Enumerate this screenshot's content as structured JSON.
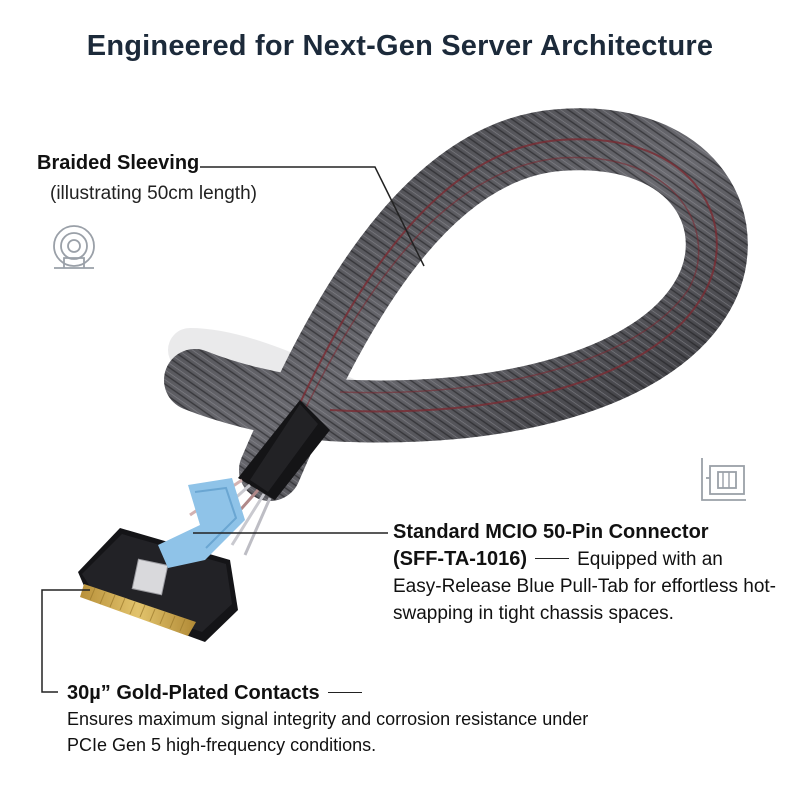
{
  "title": "Engineered for Next-Gen Server Architecture",
  "braided": {
    "heading": "Braided Sleeving",
    "subtext": "(illustrating 50cm length)",
    "icon": "cable-coil-icon"
  },
  "connector": {
    "heading_line1": "Standard MCIO 50-Pin Connector",
    "heading_line2": "(SFF-TA-1016)",
    "description_lead": "Equipped with an",
    "description_rest": "Easy-Release Blue Pull-Tab for effortless hot-swapping in tight chassis spaces.",
    "icon": "server-board-icon"
  },
  "contacts": {
    "heading": "30µ” Gold-Plated Contacts",
    "description_line1": "Ensures maximum signal integrity and corrosion resistance under",
    "description_line2": "PCIe Gen 5 high-frequency conditions."
  },
  "colors": {
    "title": "#1c2a3a",
    "pull_tab": "#8fc3e8",
    "gold": "#c9a646",
    "braid": "#4a4a4e",
    "braid_accent": "#7a2a32"
  }
}
